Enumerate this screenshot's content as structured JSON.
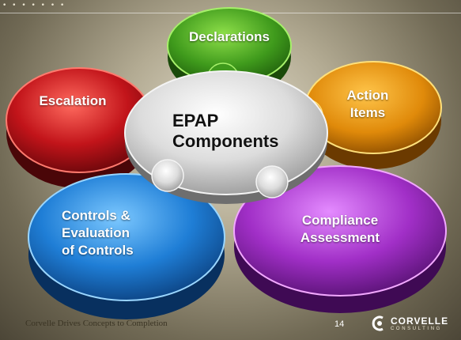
{
  "slide": {
    "dots": "• • • • • • •",
    "center_title_line1": "EPAP",
    "center_title_line2": "Components",
    "pieces": {
      "declarations": {
        "line1": "Declarations",
        "color": "#4da324"
      },
      "action_items": {
        "line1": "Action",
        "line2": "Items",
        "color": "#e08a0a"
      },
      "compliance": {
        "line1": "Compliance",
        "line2": "Assessment",
        "color": "#a12fc7"
      },
      "controls": {
        "line1": "Controls &",
        "line2": "Evaluation",
        "line3": "of Controls",
        "color": "#1f7ed6"
      },
      "escalation": {
        "line1": "Escalation",
        "color": "#c2141a"
      }
    }
  },
  "footer": {
    "text": "Corvelle Drives Concepts to Completion",
    "page_number": "14",
    "logo_name": "CORVELLE",
    "logo_sub": "CONSULTING"
  }
}
